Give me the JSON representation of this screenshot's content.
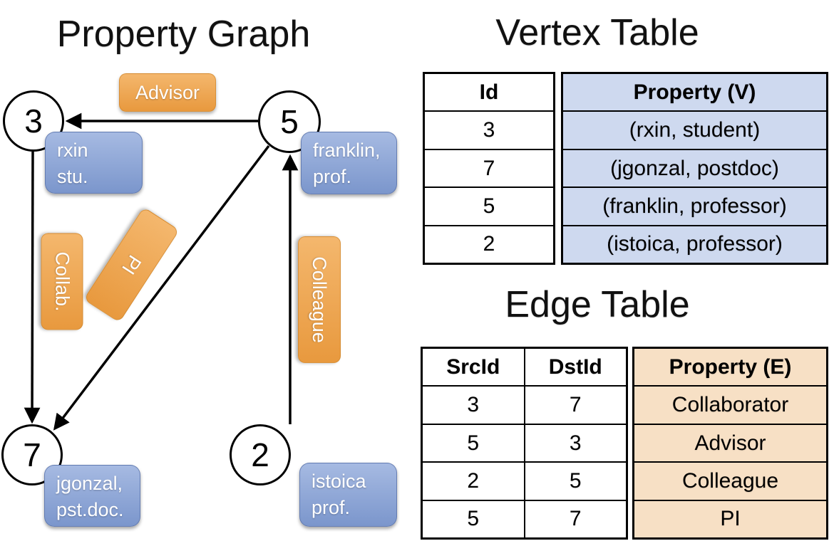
{
  "graph_panel": {
    "title": "Property Graph",
    "nodes": [
      {
        "id": "3",
        "prop_line1": "rxin",
        "prop_line2": "stu."
      },
      {
        "id": "5",
        "prop_line1": "franklin,",
        "prop_line2": "prof."
      },
      {
        "id": "7",
        "prop_line1": "jgonzal,",
        "prop_line2": "pst.doc."
      },
      {
        "id": "2",
        "prop_line1": "istoica",
        "prop_line2": "prof."
      }
    ],
    "edge_labels": [
      {
        "label": "Advisor"
      },
      {
        "label": "Collab."
      },
      {
        "label": "PI"
      },
      {
        "label": "Colleague"
      }
    ]
  },
  "vertex_table": {
    "title": "Vertex Table",
    "columns": {
      "id": "Id",
      "property": "Property (V)"
    },
    "rows": [
      {
        "id": "3",
        "property": "(rxin, student)"
      },
      {
        "id": "7",
        "property": "(jgonzal, postdoc)"
      },
      {
        "id": "5",
        "property": "(franklin, professor)"
      },
      {
        "id": "2",
        "property": "(istoica, professor)"
      }
    ]
  },
  "edge_table": {
    "title": "Edge Table",
    "columns": {
      "src": "SrcId",
      "dst": "DstId",
      "property": "Property (E)"
    },
    "rows": [
      {
        "src": "3",
        "dst": "7",
        "property": "Collaborator"
      },
      {
        "src": "5",
        "dst": "3",
        "property": "Advisor"
      },
      {
        "src": "2",
        "dst": "5",
        "property": "Colleague"
      },
      {
        "src": "5",
        "dst": "7",
        "property": "PI"
      }
    ]
  },
  "colors": {
    "edge_label_fill_top": "#F4B76D",
    "edge_label_fill_bottom": "#E8993E",
    "vertex_box_fill_top": "#A6BAE2",
    "vertex_box_fill_bottom": "#7B96CC",
    "vertex_table_property_fill": "#CED9EF",
    "edge_table_property_fill": "#F7E0C5",
    "edge_stroke": "#000000"
  }
}
